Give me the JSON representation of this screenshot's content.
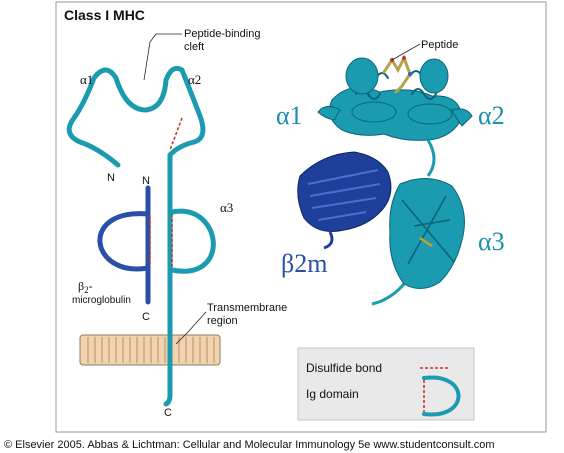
{
  "figure": {
    "title": "Class I MHC",
    "credit": "© Elsevier 2005. Abbas & Lichtman: Cellular and Molecular Immunology 5e www.studentconsult.com"
  },
  "schematic": {
    "peptide_cleft_line1": "Peptide-binding",
    "peptide_cleft_line2": "cleft",
    "alpha1": "α1",
    "alpha2": "α2",
    "alpha3": "α3",
    "n_heavy": "N",
    "n_b2m": "N",
    "c_b2m": "C",
    "c_heavy": "C",
    "b2m_line1": "β",
    "b2m_sub": "2",
    "b2m_suffix": "-",
    "b2m_line2": "microglobulin",
    "tm_line1": "Transmembrane",
    "tm_line2": "region"
  },
  "ribbon": {
    "peptide": "Peptide",
    "alpha1": "α1",
    "alpha2": "α2",
    "alpha3": "α3",
    "b2m": "β2m"
  },
  "legend": {
    "disulfide": "Disulfide bond",
    "ig_domain": "Ig domain"
  },
  "colors": {
    "heavy_chain": "#1a9bb0",
    "b2m": "#2a4fa8",
    "ribbon_dark": "#1e3f9a",
    "disulfide": "#c0392b",
    "membrane": "#f3d2ae",
    "legend_bg": "#e9e9e9",
    "peptide": "#b5a24a"
  }
}
